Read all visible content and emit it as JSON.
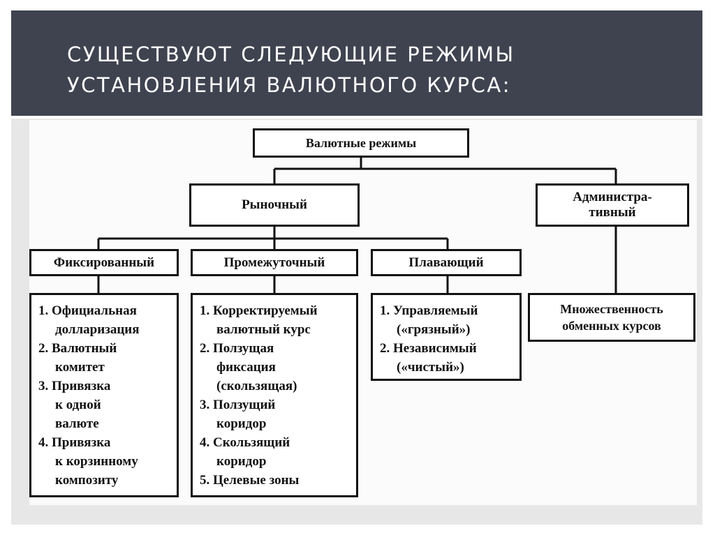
{
  "slide": {
    "title_line1": "СУЩЕСТВУЮТ СЛЕДУЮЩИЕ РЕЖИМЫ",
    "title_line2": "УСТАНОВЛЕНИЯ ВАЛЮТНОГО КУРСА:"
  },
  "diagram": {
    "root": "Валютные режимы",
    "market": "Рыночный",
    "admin_line1": "Администра-",
    "admin_line2": "тивный",
    "fixed": {
      "label": "Фиксированный",
      "items": [
        {
          "lines": [
            "1. Официальная",
            "долларизация"
          ]
        },
        {
          "lines": [
            "2. Валютный",
            "комитет"
          ]
        },
        {
          "lines": [
            "3. Привязка",
            "к одной",
            "валюте"
          ]
        },
        {
          "lines": [
            "4. Привязка",
            "к корзинному",
            "композиту"
          ]
        }
      ]
    },
    "intermediate": {
      "label": "Промежуточный",
      "items": [
        {
          "lines": [
            "1. Корректируемый",
            "валютный курс"
          ]
        },
        {
          "lines": [
            "2. Ползущая",
            "фиксация",
            "(скользящая)"
          ]
        },
        {
          "lines": [
            "3. Ползущий",
            "коридор"
          ]
        },
        {
          "lines": [
            "4. Скользящий",
            "коридор"
          ]
        },
        {
          "lines": [
            "5. Целевые зоны"
          ]
        }
      ]
    },
    "floating": {
      "label": "Плавающий",
      "items": [
        {
          "lines": [
            "1. Управляемый",
            "(«грязный»)"
          ]
        },
        {
          "lines": [
            "2. Независимый",
            "(«чистый»)"
          ]
        }
      ]
    },
    "admin_detail_line1": "Множественность",
    "admin_detail_line2": "обменных курсов"
  }
}
